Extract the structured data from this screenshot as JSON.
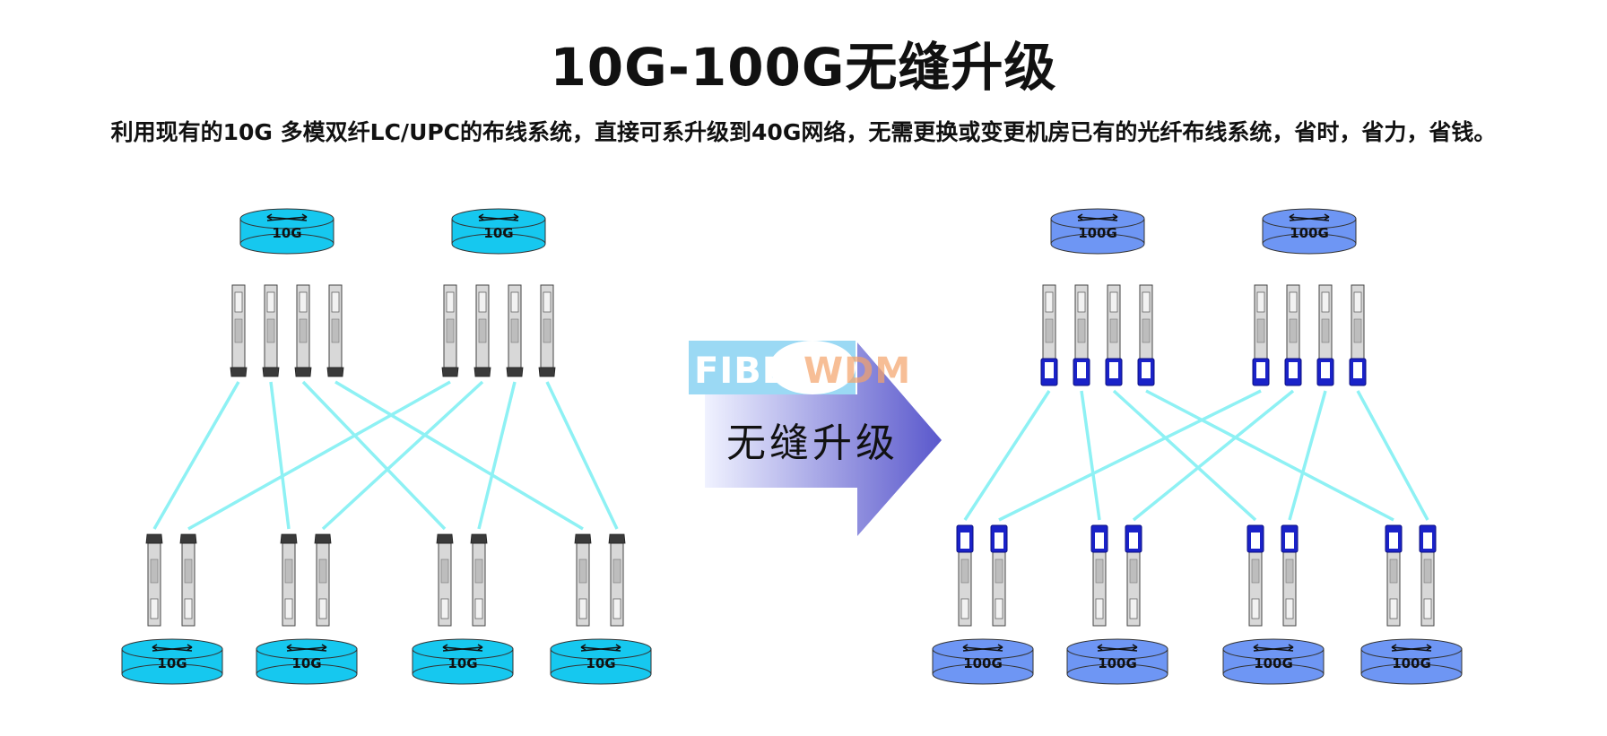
{
  "title": "10G-100G无缝升级",
  "subtitle": "利用现有的10G 多模双纤LC/UPC的布线系统，直接可系升级到40G网络，无需更换或变更机房已有的光纤布线系统，省时，省力，省钱。",
  "left": {
    "top_switches": [
      "10G",
      "10G"
    ],
    "bottom_switches": [
      "10G",
      "10G",
      "10G",
      "10G"
    ]
  },
  "right": {
    "top_switches": [
      "100G",
      "100G"
    ],
    "bottom_switches": [
      "100G",
      "100G",
      "100G",
      "100G"
    ]
  },
  "arrow": {
    "label": "无缝升级"
  },
  "watermark": {
    "part1": "FIBER",
    "part2": "WDM"
  },
  "colors": {
    "switch_10g": "#16c8ef",
    "switch_100g": "#6e96f4",
    "fiber": "#8ef1f4",
    "module_body": "#d8d8d8",
    "module_blue": "#1a22c8",
    "arrow_start": "#f0f2ff",
    "arrow_end": "#5a58cc"
  }
}
